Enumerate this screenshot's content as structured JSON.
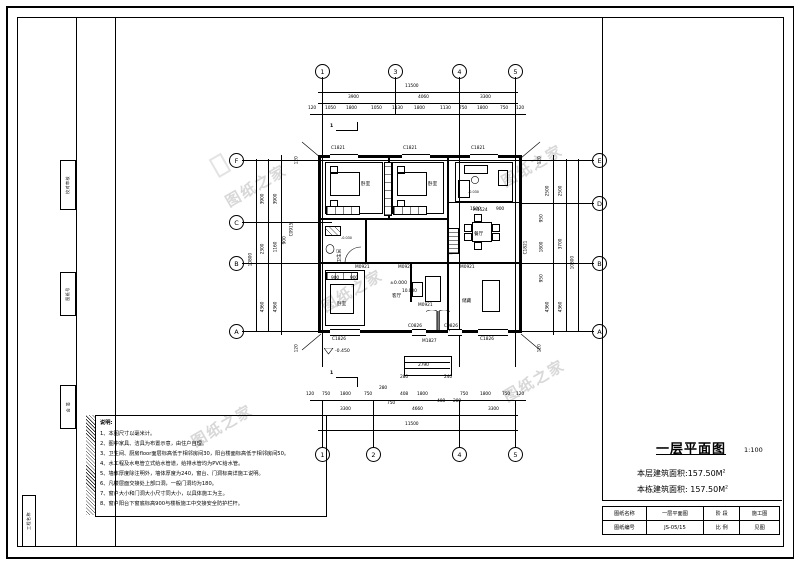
{
  "sheet": {
    "title_main": "一层平面图",
    "title_scale": "1:100",
    "area_floor": "本层建筑面积:157.50M",
    "area_total": "本栋建筑面积: 157.50M",
    "area_sup": "2"
  },
  "titleblock": {
    "rows": [
      {
        "k": "图纸名称",
        "v": "一层平面图",
        "k2": "阶  段",
        "v2": "施工图"
      },
      {
        "k": "图纸编号",
        "v": "JS-05/15",
        "k2": "比  例",
        "v2": "见图"
      }
    ]
  },
  "margin_cells": [
    {
      "label": "校对审核"
    },
    {
      "label": "图纸号"
    },
    {
      "label": "会  签"
    },
    {
      "label": "工程名称"
    }
  ],
  "notes": {
    "heading": "说明:",
    "items": [
      "1、本图尺寸以毫米计。",
      "2、图中家具、洁具为布置示意，由住户自理。",
      "3、卫生间、厨房floor面层标高低于相邻房间30，阳台楼面标高低于相邻房间50。",
      "4、水工程及水电管立式给水管道，给排水管均为PVC给水管。",
      "5、墙体厚度除注明外，墙体厚度为240，窗台、门洞标高详施工说明。",
      "6、凡楼层面交接处上部口洞，一般门洞均为180。",
      "7、窗户大小和门洞大小尺寸同大小，以具体施工为主。",
      "8、窗户阳台下窗底标高900与楼板施工中交接安全防护栏杆。"
    ]
  },
  "grids": {
    "top": [
      "1",
      "3",
      "4",
      "5"
    ],
    "bottom": [
      "1",
      "2",
      "4",
      "5"
    ],
    "left": [
      "F",
      "C",
      "B",
      "A"
    ],
    "right": [
      "E",
      "D",
      "B",
      "A"
    ]
  },
  "dimensions": {
    "top_total": "11500",
    "top_bay": [
      "3900",
      "4060",
      "3300"
    ],
    "top_sub": [
      "120",
      "1050",
      "1800",
      "1050",
      "1130",
      "1800",
      "1130",
      "750",
      "1800",
      "750",
      "120"
    ],
    "bottom_total": "11500",
    "bottom_bay": [
      "3300",
      "4660",
      "3300"
    ],
    "bottom_sub": [
      "120",
      "750",
      "1800",
      "750",
      "280",
      "750",
      "408",
      "1800",
      "408",
      "280",
      "750",
      "1800",
      "750",
      "120"
    ],
    "left_total": "10800",
    "left_bay": [
      "3900",
      "2300",
      "4360"
    ],
    "left_sub": [
      "3900",
      "1160",
      "900",
      "4360"
    ],
    "left_edge": [
      "120",
      "120"
    ],
    "right_total": "10800",
    "right_bay": [
      "2500",
      "3700",
      "4360"
    ],
    "right_sub": [
      "2500",
      "950",
      "1800",
      "950",
      "4360"
    ],
    "right_edge": [
      "120",
      "120"
    ],
    "inner": [
      "900",
      "900",
      "1500",
      "900",
      "1300",
      "10.000",
      "1700",
      "2790",
      "240",
      "280",
      "1500",
      "900"
    ]
  },
  "openings": {
    "top_windows": [
      "C1821",
      "C1821",
      "C1821"
    ],
    "bottom_windows": [
      "C1826",
      "C0826",
      "C0826",
      "C1826"
    ],
    "left_window": "C0915",
    "right_window": "C1821",
    "doors": [
      "M0921",
      "M0921",
      "M0921",
      "M0921",
      "M0921",
      "M1524",
      "M1827"
    ]
  },
  "rooms": [
    {
      "name": "卧室"
    },
    {
      "name": "卧室"
    },
    {
      "name": "厨房"
    },
    {
      "name": "餐厅"
    },
    {
      "name": "卧室"
    },
    {
      "name": "客厅"
    },
    {
      "name": "卫生间"
    },
    {
      "name": "储藏"
    }
  ],
  "elevations": [
    "±0.000",
    "-0.450",
    "-0.030",
    "-0.030"
  ],
  "section_marks": [
    "1",
    "1"
  ],
  "watermarks": [
    "图纸之家",
    "图纸之家",
    "图纸之家",
    "图纸之家",
    "图纸之家"
  ]
}
